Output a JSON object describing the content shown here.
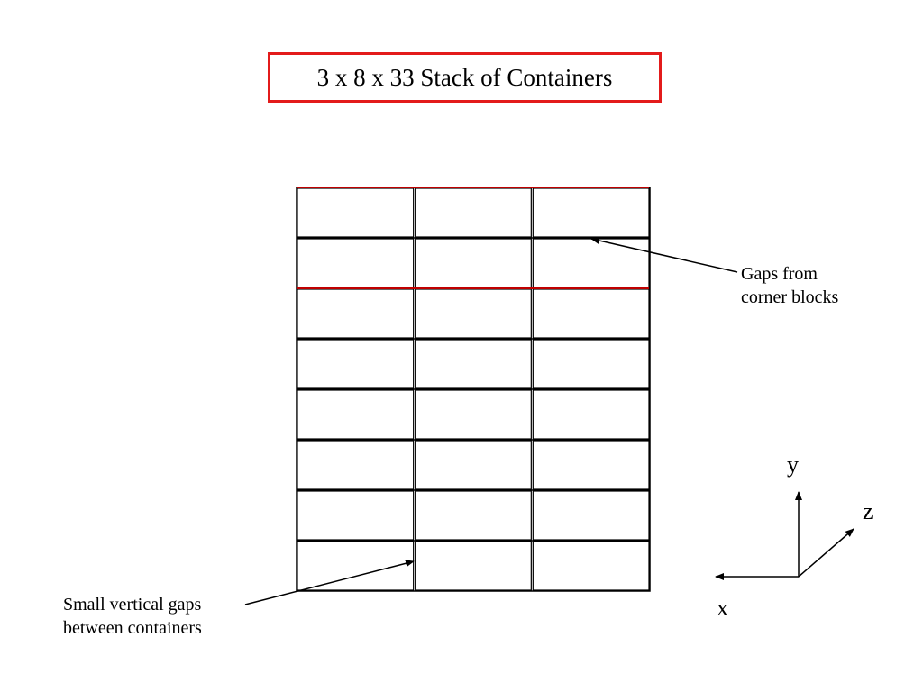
{
  "title": "3 x 8 x 33 Stack of Containers",
  "stack": {
    "columns": 3,
    "rows": 8
  },
  "annotations": {
    "top_right_line1": "Gaps from",
    "top_right_line2": "corner blocks",
    "bottom_left_line1": "Small vertical gaps",
    "bottom_left_line2": "between containers"
  },
  "axes": {
    "x": "x",
    "y": "y",
    "z": "z"
  },
  "colors": {
    "title_border": "#e31b1b",
    "highlight_line": "#c00000",
    "line": "#000000"
  }
}
